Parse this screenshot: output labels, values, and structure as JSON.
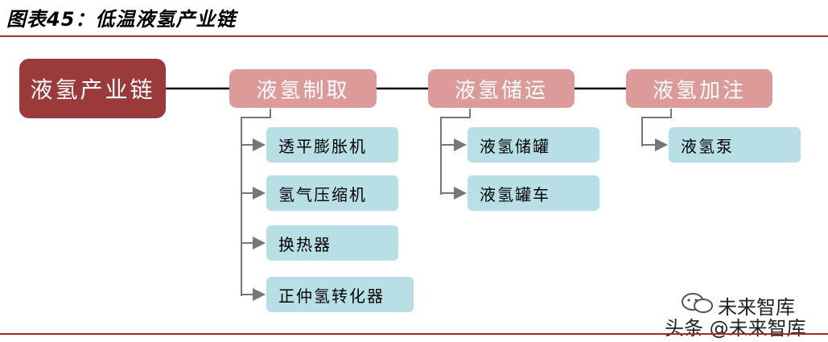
{
  "title": "图表45：低温液氢产业链",
  "root": "液氢产业链",
  "categories": [
    {
      "label": "液氢制取",
      "items": [
        "透平膨胀机",
        "氢气压缩机",
        "换热器",
        "正仲氢转化器"
      ]
    },
    {
      "label": "液氢储运",
      "items": [
        "液氢储罐",
        "液氢罐车"
      ]
    },
    {
      "label": "液氢加注",
      "items": [
        "液氢泵"
      ]
    }
  ],
  "watermark": {
    "brand": "未来智库",
    "source": "头条 @未来智库"
  },
  "colors": {
    "rule": "#a52a2a",
    "root": "#9b3a3a",
    "category": "#dc9a98",
    "item": "#b8dfe6"
  }
}
